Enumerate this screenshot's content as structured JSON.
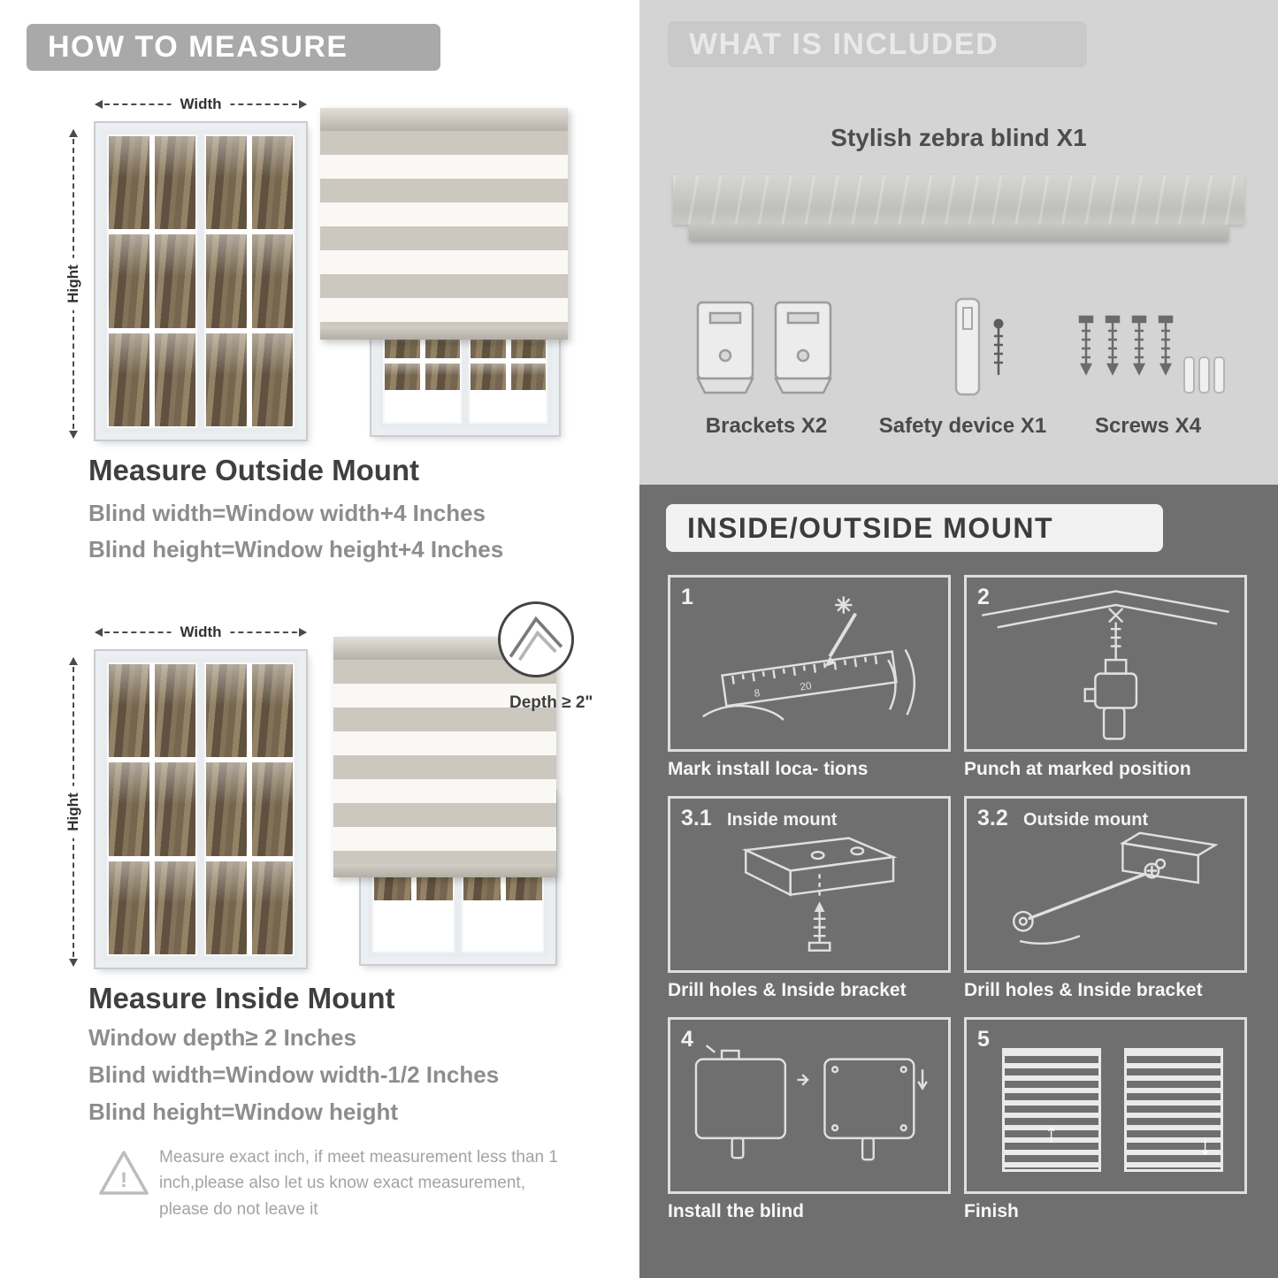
{
  "colors": {
    "left_banner_bg": "#a9a9a9",
    "included_bg": "#d4d4d4",
    "included_banner_bg": "#c9c9c9",
    "mount_bg": "#6f6f6f",
    "heading_text": "#3f3f3f",
    "body_text_gray": "#8d8d8d"
  },
  "left": {
    "header": "HOW TO MEASURE",
    "outside_diagram": {
      "width_label": "Width",
      "height_label": "Hight"
    },
    "outside": {
      "title": "Measure Outside Mount",
      "line1": "Blind width=Window width+4 Inches",
      "line2": "Blind height=Window height+4 Inches"
    },
    "inside_diagram": {
      "width_label": "Width",
      "height_label": "Hight",
      "depth_callout": "Depth ≥ 2\""
    },
    "inside": {
      "title": "Measure Inside Mount",
      "line1": "Window depth≥ 2 Inches",
      "line2": "Blind width=Window width-1/2 Inches",
      "line3": "Blind height=Window height"
    },
    "warning_text": "Measure exact inch, if meet measurement less than 1 inch,please also let us know exact measurement, please do not leave it"
  },
  "included": {
    "header": "WHAT IS INCLUDED",
    "item_title": "Stylish zebra blind X1",
    "labels": {
      "brackets": "Brackets X2",
      "safety": "Safety device X1",
      "screws": "Screws X4"
    }
  },
  "mount": {
    "header": "INSIDE/OUTSIDE MOUNT",
    "steps": [
      {
        "num": "1",
        "caption": "Mark install loca- tions"
      },
      {
        "num": "2",
        "caption": "Punch at  marked position"
      },
      {
        "num": "3.1",
        "label": "Inside mount",
        "caption": "Drill holes &  Inside bracket"
      },
      {
        "num": "3.2",
        "label": "Outside mount",
        "caption": "Drill holes &  Inside bracket"
      },
      {
        "num": "4",
        "caption": "Install the blind"
      },
      {
        "num": "5",
        "caption": "Finish"
      }
    ]
  }
}
